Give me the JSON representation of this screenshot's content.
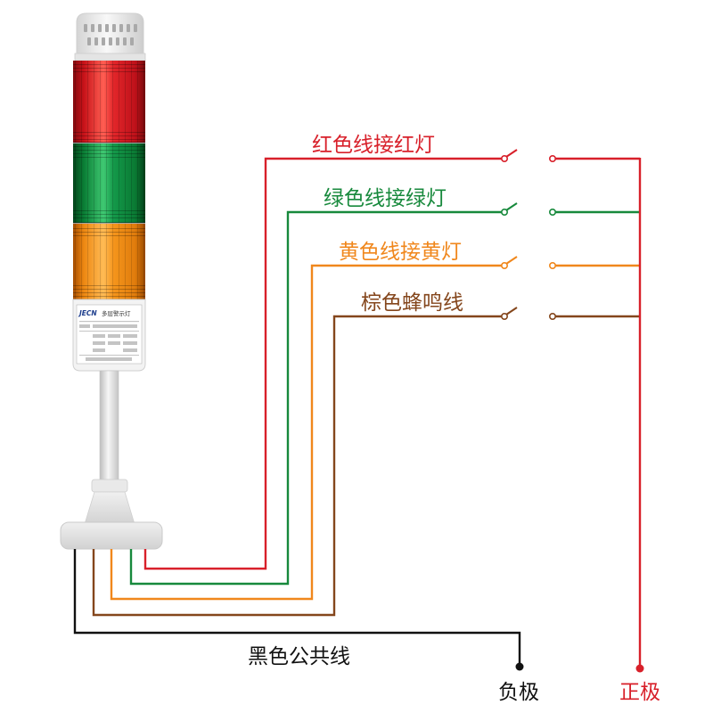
{
  "labels": {
    "red_wire": "红色线接红灯",
    "green_wire": "绿色线接绿灯",
    "yellow_wire": "黄色线接黄灯",
    "brown_wire": "棕色蜂鸣线",
    "black_wire": "黑色公共线",
    "negative": "负极",
    "positive": "正极"
  },
  "device_label": {
    "brand": "JECN",
    "product": "多层警示灯"
  },
  "colors": {
    "red": "#d8202a",
    "green": "#17893c",
    "yellow": "#f0871c",
    "brown": "#84461c",
    "black": "#111111",
    "lamp_red": "#ff5e52",
    "lamp_green": "#3fc872",
    "lamp_amber": "#ffbb55"
  }
}
